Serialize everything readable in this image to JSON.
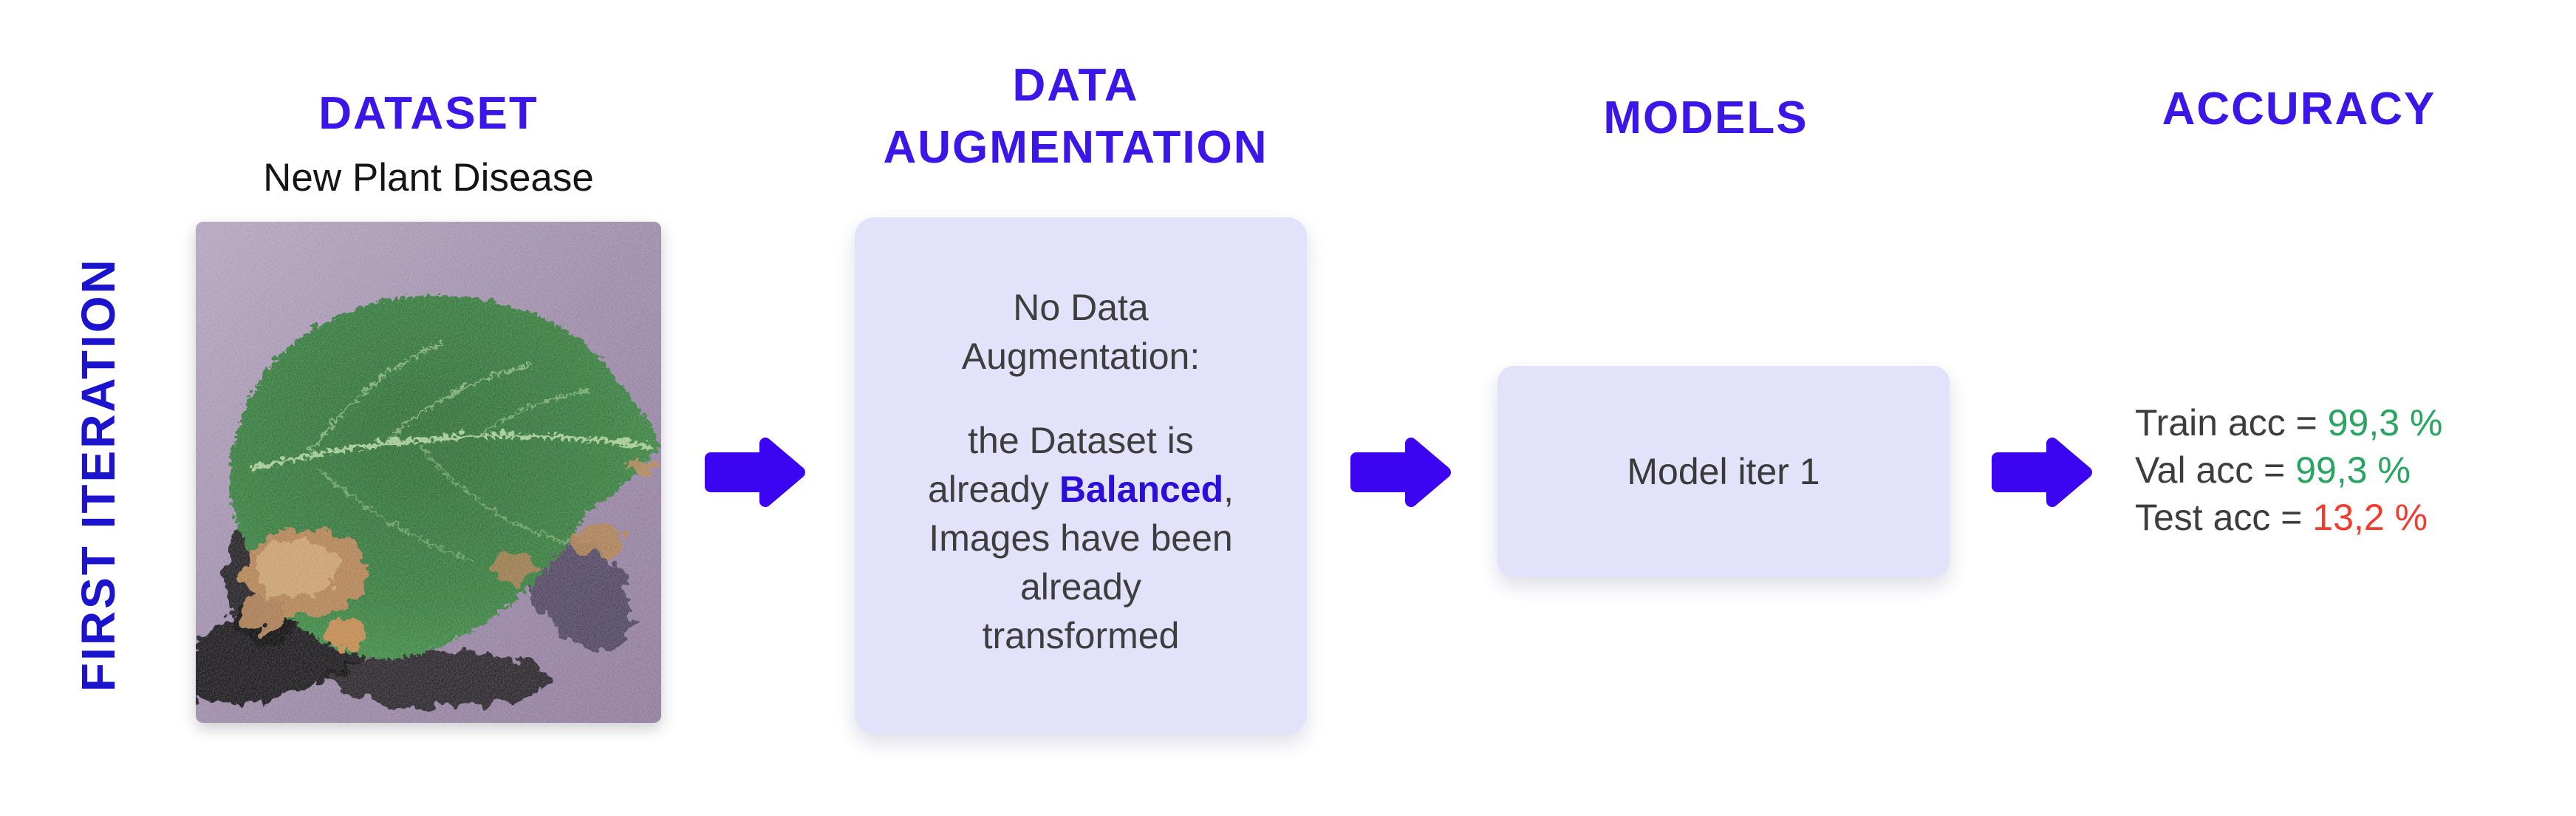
{
  "iteration_label": "FIRST ITERATION",
  "columns": {
    "dataset": {
      "header": "DATASET",
      "caption": "New Plant Disease",
      "photo_alt": "Green serrated leaf with brown disease spots and dark shadow on a purple cloth background"
    },
    "augmentation": {
      "header_line1": "DATA",
      "header_line2": "AUGMENTATION",
      "box": {
        "line1": "No Data",
        "line2": "Augmentation:",
        "line3": "the Dataset is",
        "line4_pre": "already ",
        "line4_bold": "Balanced",
        "line4_post": ",",
        "line5": "Images have been",
        "line6": "already",
        "line7": "transformed"
      }
    },
    "models": {
      "header": "MODELS",
      "box_label": "Model iter 1"
    },
    "accuracy": {
      "header": "ACCURACY",
      "rows": [
        {
          "label": "Train acc = ",
          "value": "99,3 %",
          "status": "good"
        },
        {
          "label": "Val acc = ",
          "value": "99,3 %",
          "status": "good"
        },
        {
          "label": "Test acc = ",
          "value": "13,2 %",
          "status": "bad"
        }
      ]
    }
  },
  "colors": {
    "header_blue": "#3A17E8",
    "iteration_blue": "#1C13CF",
    "arrow_blue": "#3C05F2",
    "balanced_blue": "#2B0EDB",
    "box_background": "#E2E2FA",
    "body_text": "#3E3E3E",
    "good_green": "#27A561",
    "bad_red": "#F43B2E"
  }
}
